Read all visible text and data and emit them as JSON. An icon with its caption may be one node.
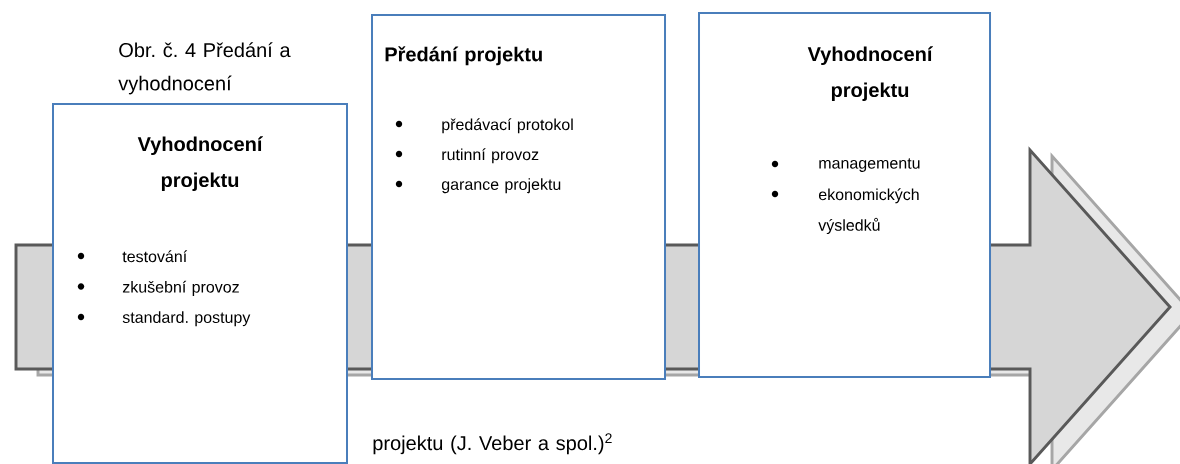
{
  "diagram": {
    "nodes": [
      {
        "text": [
          "Vyhodnocení projektu",
          "testování",
          "zkušební provoz",
          "standard. postupy"
        ]
      },
      {
        "text": [
          "Předání projektu",
          "předávací protokol",
          "rutinní provoz",
          "garance projektu"
        ]
      },
      {
        "text": [
          "Vyhodnocení projektu",
          "managementu",
          "ekonomických výsledků"
        ]
      }
    ],
    "labels": [
      "Obr. č. 4 Předání a vyhodnocení",
      "projektu (J. Veber a spol.)$^{2}$"
    ]
  }
}
